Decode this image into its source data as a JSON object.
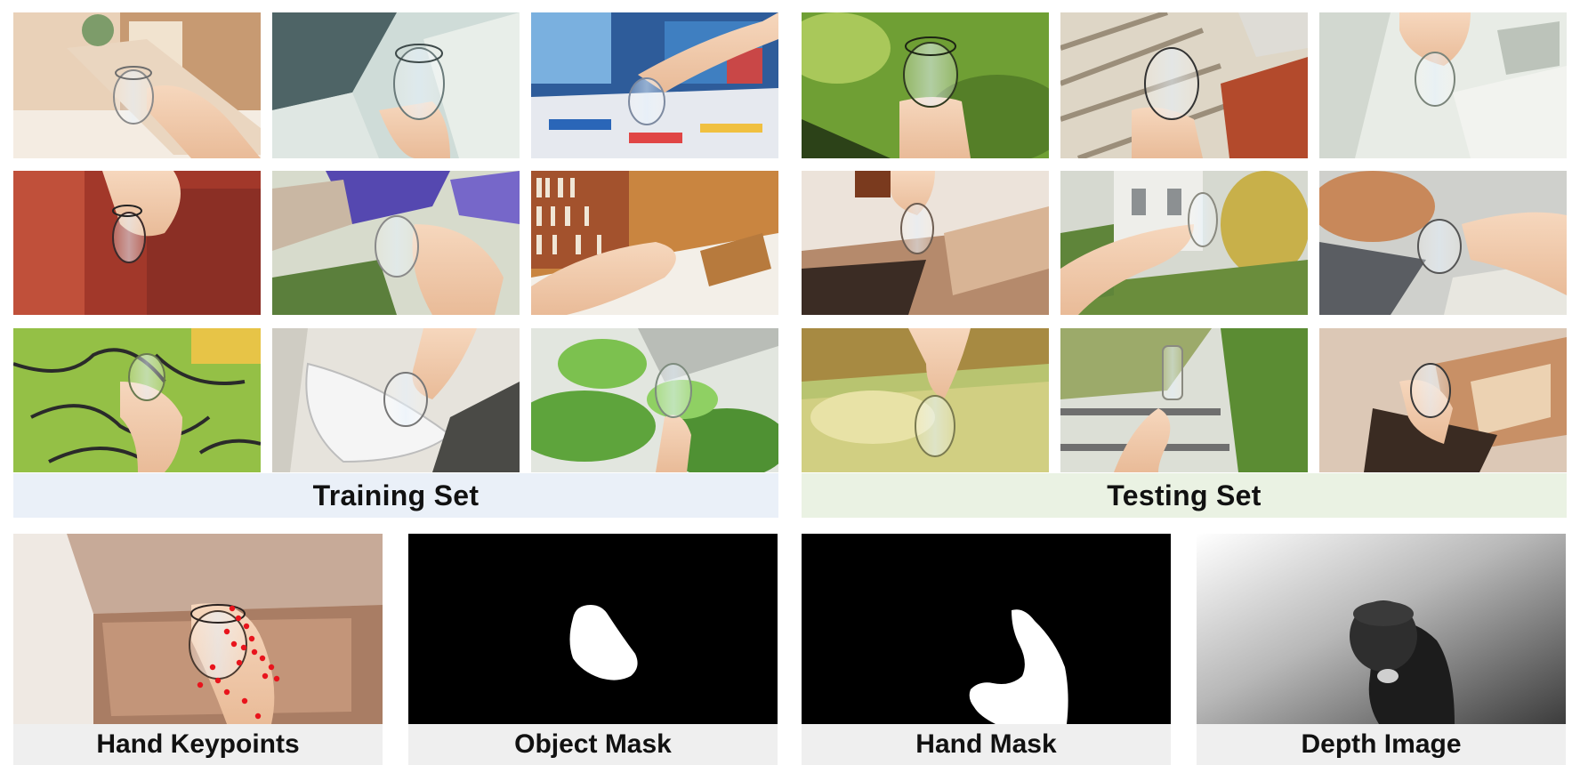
{
  "sets": {
    "training_label": "Training Set",
    "testing_label": "Testing Set"
  },
  "annotations": {
    "hand_keypoints": "Hand Keypoints",
    "object_mask": "Object Mask",
    "hand_mask": "Hand Mask",
    "depth_image": "Depth Image"
  },
  "colors": {
    "training_bar": "#eaf0f8",
    "testing_bar": "#eaf2e3",
    "caption_bar": "#efefef",
    "keypoint": "#e8141c"
  }
}
